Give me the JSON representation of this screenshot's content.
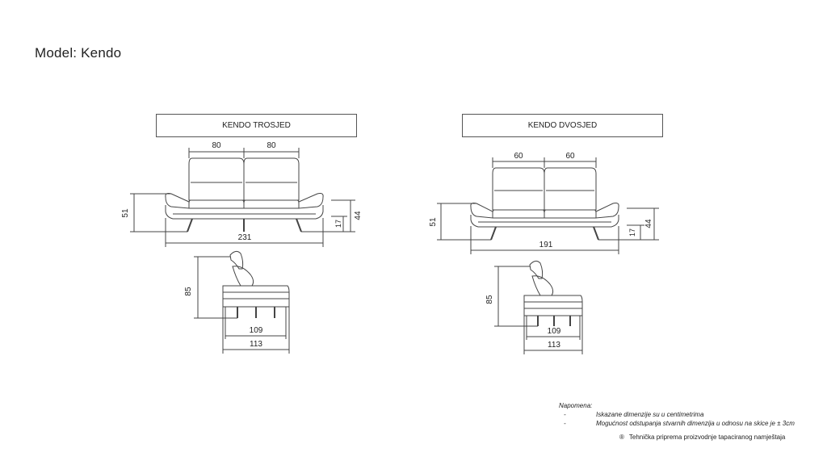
{
  "header": {
    "title": "Model: Kendo"
  },
  "trosjed": {
    "title": "KENDO TROSJED",
    "front": {
      "seat_left": "80",
      "seat_right": "80",
      "total_width": "231",
      "height_total": "51",
      "height_armrest": "44",
      "height_leg": "17"
    },
    "side": {
      "height": "85",
      "depth_inner": "109",
      "depth_total": "113"
    }
  },
  "dvosjed": {
    "title": "KENDO DVOSJED",
    "front": {
      "seat_left": "60",
      "seat_right": "60",
      "total_width": "191",
      "height_total": "51",
      "height_armrest": "44",
      "height_leg": "17"
    },
    "side": {
      "height": "85",
      "depth_inner": "109",
      "depth_total": "113"
    }
  },
  "notes": {
    "heading": "Napomena:",
    "items": [
      {
        "bullet": "-",
        "text": "Iskazane dimenzije su u centimetrima"
      },
      {
        "bullet": "-",
        "text": "Mogućnost odstupanja stvarnih dimenzija u odnosu na skice  je ± 3cm"
      }
    ]
  },
  "footer": {
    "symbol": "®",
    "text": "Tehnička priprema proizvodnje tapaciranog namještaja"
  },
  "colors": {
    "line": "#444444",
    "text": "#222222",
    "background": "#ffffff"
  }
}
